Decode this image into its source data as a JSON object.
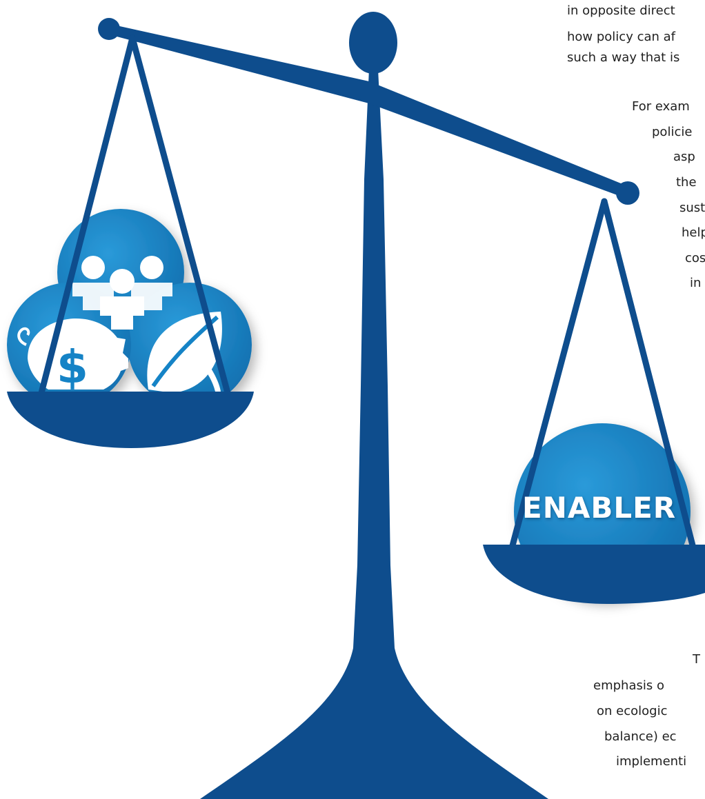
{
  "colors": {
    "scale_blue": "#0e4d8d",
    "circle_blue": "#1583c6",
    "circle_blue_light": "#2796d6",
    "icon_white": "#ffffff",
    "text": "#1f1f1f"
  },
  "left_pan": {
    "icons": [
      "people-icon",
      "piggy-bank-dollar-icon",
      "leaf-icon"
    ]
  },
  "right_pan": {
    "label": "ENABLER"
  },
  "text_fragments": {
    "top": [
      "in opposite direct",
      "how policy can af",
      "such a way that is"
    ],
    "middle": [
      "For    exam",
      "policie",
      "asp",
      "the",
      "sust",
      "help",
      "cos",
      "in"
    ],
    "bottom": [
      "T",
      "emphasis   o",
      "on   ecologic",
      "balance) ec",
      "implementi"
    ]
  }
}
